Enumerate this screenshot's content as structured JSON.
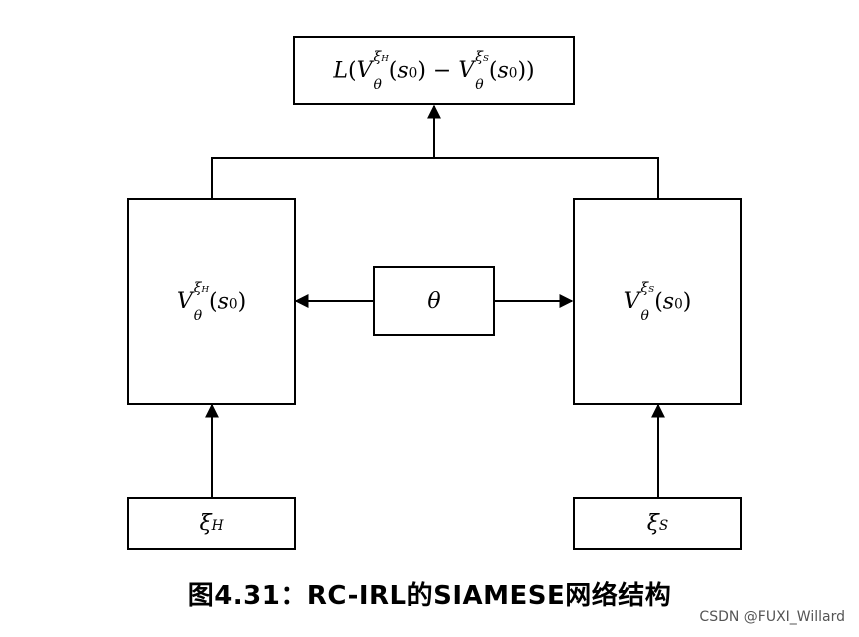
{
  "loss_box": {
    "fn": "L",
    "open": "(",
    "V": "V",
    "theta": "θ",
    "xi_H": "ξ",
    "H": "H",
    "xi_S": "ξ",
    "S": "S",
    "s": "s",
    "zero": "0",
    "minus": " − ",
    "close": "))"
  },
  "left_box": {
    "V": "V",
    "theta": "θ",
    "xi": "ξ",
    "sub": "H",
    "s": "s",
    "zero": "0"
  },
  "right_box": {
    "V": "V",
    "theta": "θ",
    "xi": "ξ",
    "sub": "S",
    "s": "s",
    "zero": "0"
  },
  "theta_box": {
    "label": "θ"
  },
  "input_left": {
    "xi": "ξ",
    "sub": "H"
  },
  "input_right": {
    "xi": "ξ",
    "sub": "S"
  },
  "caption": "图4.31：RC-IRL的SIAMESE网络结构",
  "watermark": "CSDN @FUXI_Willard"
}
